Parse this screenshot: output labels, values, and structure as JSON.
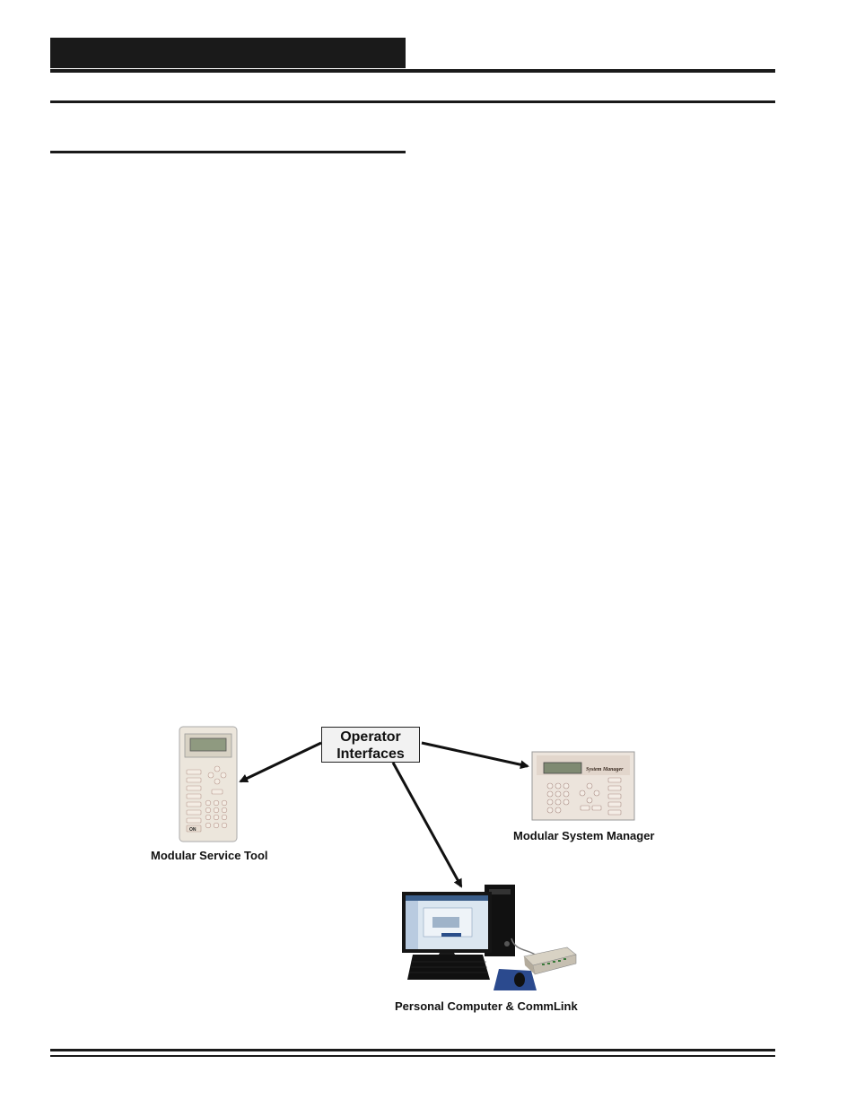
{
  "diagram": {
    "callout": {
      "line1": "Operator",
      "line2": "Interfaces"
    },
    "captions": {
      "service_tool": "Modular Service Tool",
      "system_manager": "Modular System Manager",
      "computer": "Personal Computer & CommLink"
    },
    "devices": {
      "system_manager_brand": "System Manager",
      "service_tool_on_key": "ON"
    }
  }
}
